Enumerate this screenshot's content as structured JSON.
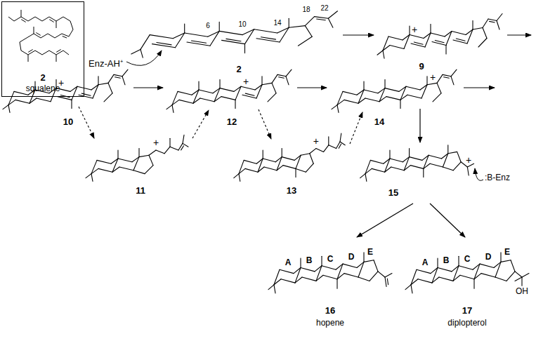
{
  "diagram": {
    "nodes": [
      {
        "text": [
          "2",
          "squalene"
        ]
      }
    ],
    "labels": [
      "Enz-AH⁺",
      "6",
      "10",
      "14",
      "18",
      "22",
      "2",
      "+",
      "9",
      "+",
      "10",
      "+",
      "12",
      "+",
      "14",
      "+",
      "11",
      "+",
      "13",
      "+",
      ":B-Enz",
      "15",
      "A",
      "B",
      "C",
      "D",
      "E",
      "A",
      "B",
      "C",
      "D",
      "E",
      "OH",
      "16",
      "hopene",
      "17",
      "diplopterol"
    ]
  }
}
